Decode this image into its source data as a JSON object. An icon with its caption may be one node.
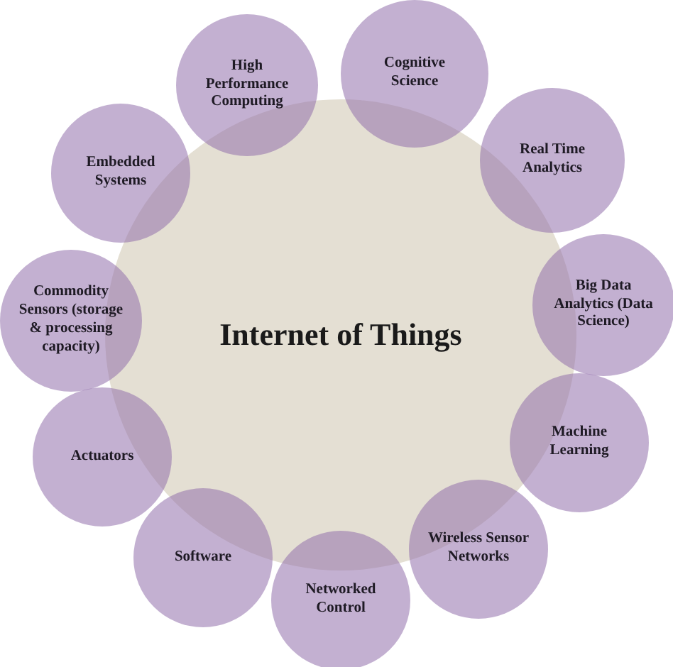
{
  "diagram": {
    "nodes": [
      {
        "text": [
          "Internet of Things"
        ]
      },
      {
        "text": [
          "High Performance Computing"
        ]
      },
      {
        "text": [
          "Cognitive Science"
        ]
      },
      {
        "text": [
          "Real Time Analytics"
        ]
      },
      {
        "text": [
          "Big Data Analytics (Data Science)"
        ]
      },
      {
        "text": [
          "Machine Learning"
        ]
      },
      {
        "text": [
          "Wireless Sensor Networks"
        ]
      },
      {
        "text": [
          "Networked Control"
        ]
      },
      {
        "text": [
          "Software"
        ]
      },
      {
        "text": [
          "Actuators"
        ]
      },
      {
        "text": [
          "Commodity Sensors (storage & processing capacity)"
        ]
      },
      {
        "text": [
          "Embedded Systems"
        ]
      }
    ]
  }
}
